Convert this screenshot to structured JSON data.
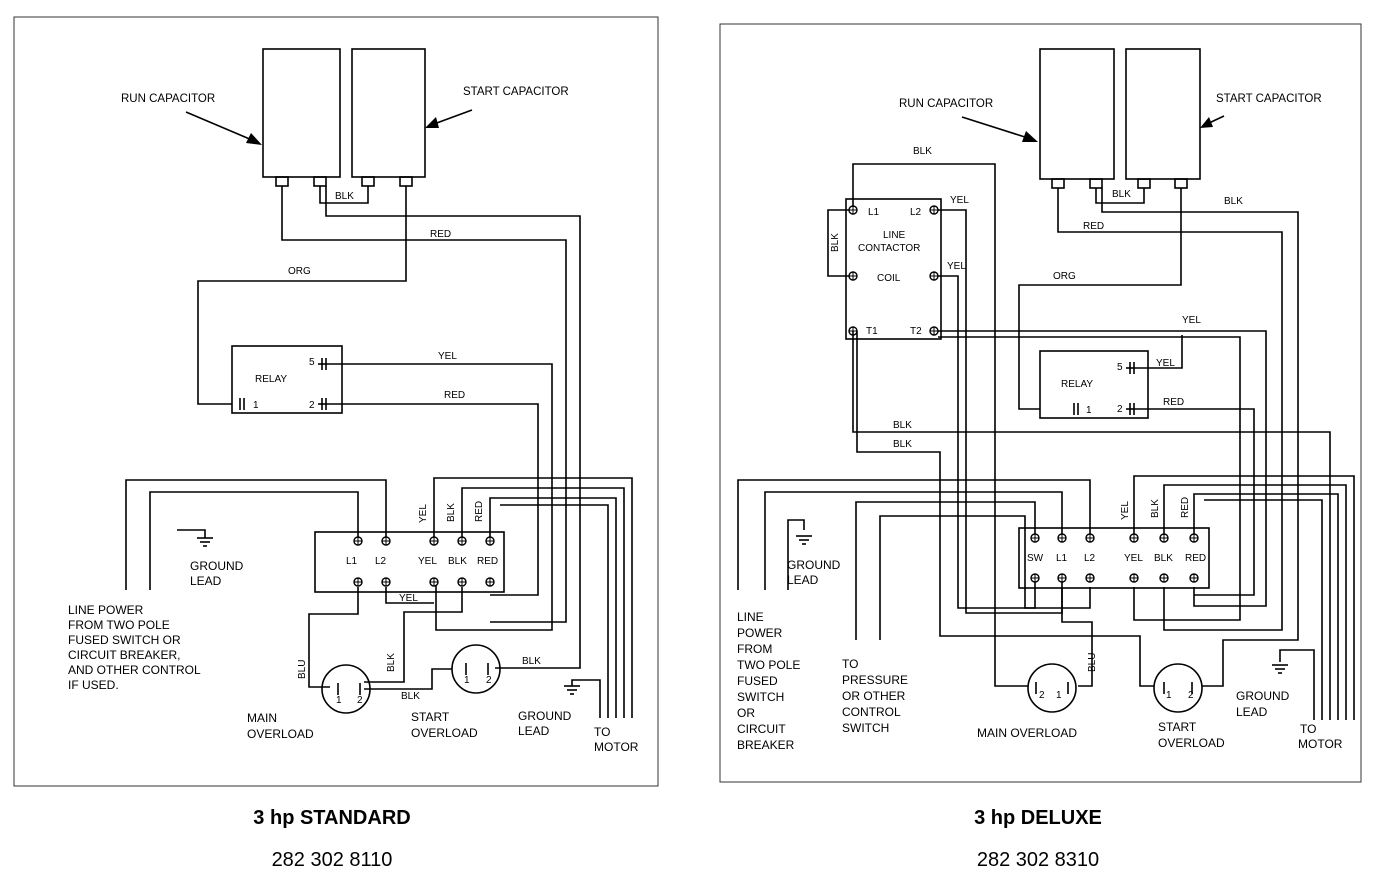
{
  "left": {
    "title": "3 hp STANDARD",
    "part_number": "282 302 8110",
    "labels": {
      "run_capacitor": "RUN CAPACITOR",
      "start_capacitor": "START CAPACITOR",
      "relay": "RELAY",
      "relay_t5": "5",
      "relay_t2": "2",
      "relay_t1": "1",
      "main_overload": [
        "MAIN",
        "OVERLOAD"
      ],
      "start_overload": [
        "START",
        "OVERLOAD"
      ],
      "ground_lead_left": [
        "GROUND",
        "LEAD"
      ],
      "ground_lead_right": [
        "GROUND",
        "LEAD"
      ],
      "to_motor": [
        "TO",
        "MOTOR"
      ],
      "line_power": [
        "LINE POWER",
        "FROM TWO POLE",
        "FUSED SWITCH OR",
        "CIRCUIT BREAKER,",
        "AND OTHER CONTROL",
        "IF USED."
      ],
      "ol1_1": "1",
      "ol1_2": "2",
      "ol2_1": "1",
      "ol2_2": "2",
      "tb": [
        "L1",
        "L2",
        "YEL",
        "BLK",
        "RED"
      ],
      "wires": {
        "blk_cap": "BLK",
        "red_top": "RED",
        "org": "ORG",
        "yel_relay": "YEL",
        "red_relay": "RED",
        "yel_tb": "YEL",
        "blk_tb": "BLK",
        "red_tb": "RED",
        "yel_bottom": "YEL",
        "blu": "BLU",
        "blk_ol": "BLK",
        "blk_ol2": "BLK",
        "blk_motor": "BLK"
      }
    }
  },
  "right": {
    "title": "3 hp DELUXE",
    "part_number": "282 302 8310",
    "labels": {
      "run_capacitor": "RUN CAPACITOR",
      "start_capacitor": "START CAPACITOR",
      "relay": "RELAY",
      "relay_t5": "5",
      "relay_t2": "2",
      "relay_t1": "1",
      "contactor_l1": "L1",
      "contactor_l2": "L2",
      "contactor_t1": "T1",
      "contactor_t2": "T2",
      "contactor_name": [
        "LINE",
        "CONTACTOR"
      ],
      "coil": "COIL",
      "main_overload": "MAIN OVERLOAD",
      "start_overload": [
        "START",
        "OVERLOAD"
      ],
      "ground_lead_left": [
        "GROUND",
        "LEAD"
      ],
      "ground_lead_right": [
        "GROUND",
        "LEAD"
      ],
      "to_motor": [
        "TO",
        "MOTOR"
      ],
      "line_power": [
        "LINE",
        "POWER",
        "FROM",
        "TWO POLE",
        "FUSED",
        "SWITCH",
        "OR",
        "CIRCUIT",
        "BREAKER"
      ],
      "pressure": [
        "TO",
        "PRESSURE",
        "OR OTHER",
        "CONTROL",
        "SWITCH"
      ],
      "ol1_1": "1",
      "ol1_2": "2",
      "ol2_1": "1",
      "ol2_2": "2",
      "tb": [
        "SW",
        "L1",
        "L2",
        "YEL",
        "BLK",
        "RED"
      ],
      "wires": {
        "blk_top": "BLK",
        "blk_cap": "BLK",
        "blk_right": "BLK",
        "yel_c1": "YEL",
        "yel_c2": "YEL",
        "blk_side": "BLK",
        "red": "RED",
        "org": "ORG",
        "yel_long": "YEL",
        "yel_relay": "YEL",
        "red_relay": "RED",
        "blk_a": "BLK",
        "blk_b": "BLK",
        "yel_tb": "YEL",
        "blk_tb": "BLK",
        "red_tb": "RED",
        "blu": "BLU"
      }
    }
  }
}
